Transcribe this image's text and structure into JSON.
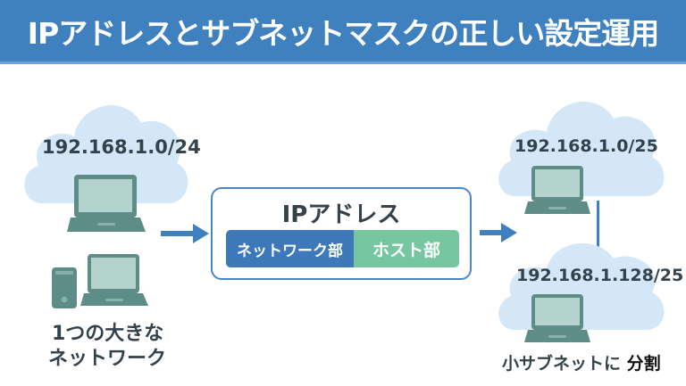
{
  "header": {
    "title": "IPアドレスとサブネットマスクの正しい設定運用"
  },
  "left": {
    "cidr": "192.168.1.0/24",
    "caption_line1": "1つの大きな",
    "caption_line2": "ネットワーク"
  },
  "center": {
    "title": "IPアドレス",
    "network_part": "ネットワーク部",
    "host_part": "ホスト部"
  },
  "right": {
    "subnet1": "192.168.1.0/25",
    "subnet2": "192.168.1.128/25",
    "caption_prefix": "小サブネットに ",
    "caption_emphasis": "分割"
  },
  "colors": {
    "header": "#3f80bf",
    "network_part": "#3d79b8",
    "host_part": "#76c7a0",
    "cloud": "#d3e7f6",
    "device": "#5e8c87",
    "screen": "#b4d3cc",
    "arrow": "#3f80bf"
  }
}
